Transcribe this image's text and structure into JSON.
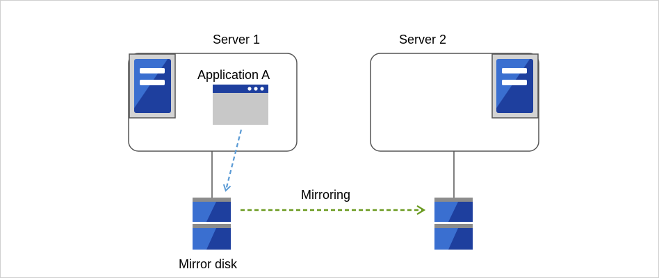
{
  "servers": [
    {
      "title": "Server 1",
      "application_label": "Application A"
    },
    {
      "title": "Server 2"
    }
  ],
  "mirror_disk_label": "Mirror disk",
  "mirroring_label": "Mirroring",
  "colors": {
    "frame_border": "#cfcfcf",
    "box_border": "#555555",
    "server_panel_fill": "#d3d3d3",
    "server_fill": "#1e3f9e",
    "server_highlight": "#3a6fd0",
    "disk_cap": "#8c8c8c",
    "app_window_body": "#c8c8c8",
    "app_window_bar": "#1e3f9e",
    "access_arrow": "#5b9bd5",
    "mirroring_arrow": "#6a9a1f"
  },
  "icons": [
    "server-icon",
    "application-window-icon",
    "disk-icon"
  ]
}
